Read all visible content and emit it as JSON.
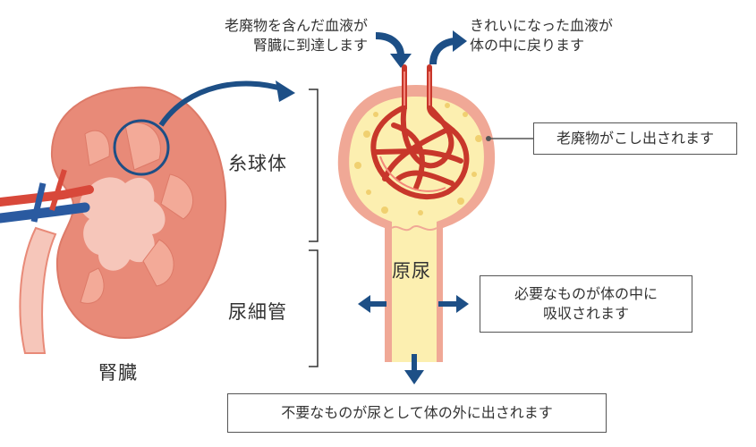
{
  "labels": {
    "kidney": "腎臓",
    "glomerulus": "糸球体",
    "tubule": "尿細管",
    "urine": "原尿",
    "incoming_line1": "老廃物を含んだ血液が",
    "incoming_line2": "腎臓に到達します",
    "outgoing_line1": "きれいになった血液が",
    "outgoing_line2": "体の中に戻ります"
  },
  "boxes": {
    "filtered": "老廃物がこし出されます",
    "reabsorbed_line1": "必要なものが体の中に",
    "reabsorbed_line2": "吸収されます",
    "excreted": "不要なものが尿として体の外に出されます"
  },
  "colors": {
    "kidney": "#e88a78",
    "kidney_inner": "#f6c6ba",
    "vessel_red": "#d8483a",
    "vessel_blue": "#2a5aa0",
    "arrow_navy": "#1d4f86",
    "capsule_fill": "#fcefb0",
    "capsule_wall": "#f0a896"
  }
}
